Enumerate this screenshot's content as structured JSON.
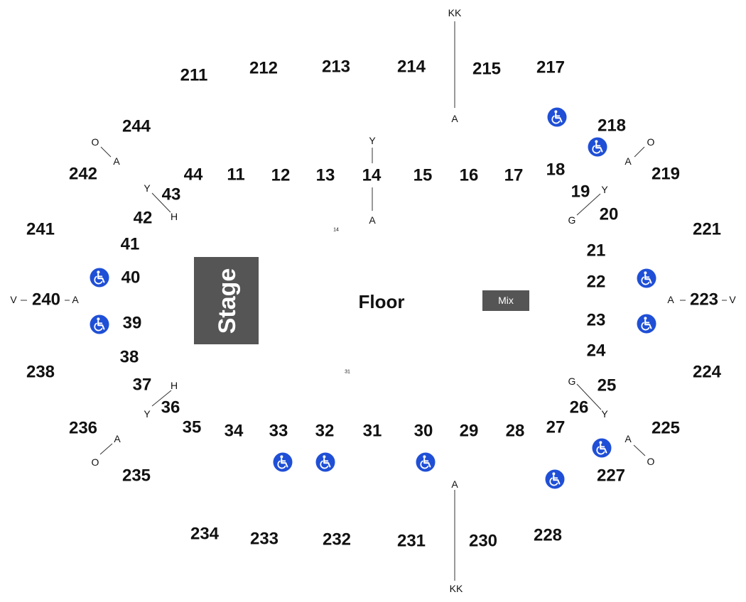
{
  "colors": {
    "text": "#111111",
    "stage_fill": "#555555",
    "mix_fill": "#555555",
    "accessible_fill": "#1f4fd6",
    "line": "#333333",
    "background": "#ffffff"
  },
  "stage": {
    "label": "Stage"
  },
  "floor": {
    "label": "Floor"
  },
  "mix": {
    "label": "Mix"
  },
  "small_labels": {
    "top": "14",
    "bottom": "31"
  },
  "icons": {
    "accessible": "wheelchair-accessible-icon"
  },
  "upper_sections": [
    "211",
    "212",
    "213",
    "214",
    "215",
    "217",
    "218",
    "219",
    "221",
    "223",
    "224",
    "225",
    "227",
    "228",
    "230",
    "231",
    "232",
    "233",
    "234",
    "235",
    "236",
    "238",
    "240",
    "241",
    "242",
    "244"
  ],
  "lower_sections": [
    "11",
    "12",
    "13",
    "14",
    "15",
    "16",
    "17",
    "18",
    "19",
    "20",
    "21",
    "22",
    "23",
    "24",
    "25",
    "26",
    "27",
    "28",
    "29",
    "30",
    "31",
    "32",
    "33",
    "34",
    "35",
    "36",
    "37",
    "38",
    "39",
    "40",
    "41",
    "42",
    "43",
    "44"
  ],
  "row_markers": {
    "kk_top": [
      "KK",
      "A"
    ],
    "kk_bottom": [
      "A",
      "KK"
    ],
    "sec14": [
      "Y",
      "A"
    ],
    "sec240": [
      "V",
      "A"
    ],
    "sec223": [
      "A",
      "V"
    ],
    "nw_upper": [
      "O",
      "A"
    ],
    "ne_upper": [
      "A",
      "O"
    ],
    "sw_upper": [
      "A",
      "O"
    ],
    "se_upper": [
      "A",
      "O"
    ],
    "nw_lower": [
      "Y",
      "H"
    ],
    "ne_lower": [
      "Y",
      "G"
    ],
    "sw_lower": [
      "H",
      "Y"
    ],
    "se_lower": [
      "G",
      "Y"
    ]
  }
}
